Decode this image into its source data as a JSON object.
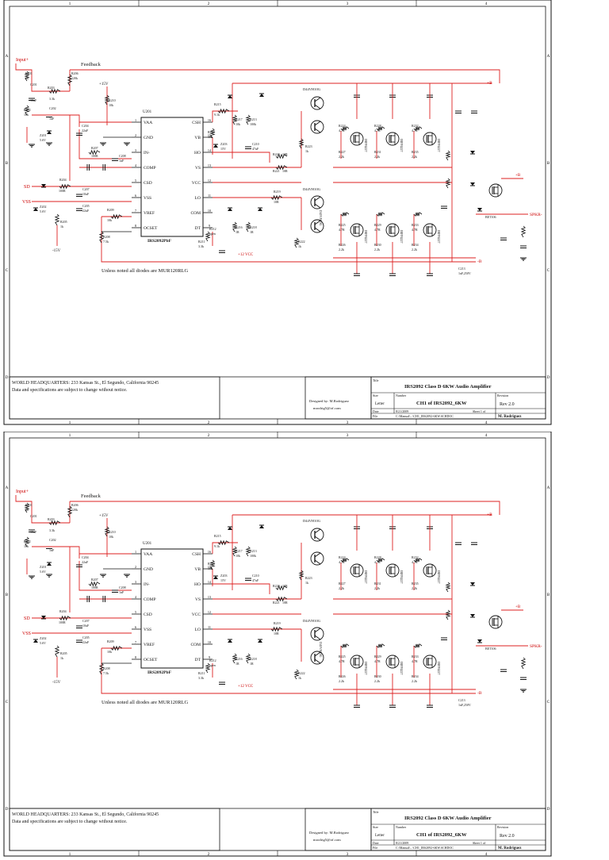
{
  "border": {
    "columns": [
      "1",
      "2",
      "3",
      "4"
    ],
    "rows": [
      "A",
      "B",
      "C",
      "D"
    ]
  },
  "sheets": [
    {
      "labels": {
        "input": "Input+",
        "feedback": "Feedback",
        "plus15": "+15V",
        "minus15": "-15V",
        "sd": "SD",
        "vss": "VSS",
        "plusB": "+B",
        "minusB": "-B",
        "spkr": "SPKR-",
        "plus12": "+12 VCC",
        "note": "Unless noted all diodes are MUR120RLG",
        "ic_ref": "U201",
        "ic_name": "IRS2092PbF",
        "ic_pins_left": [
          "VAA",
          "GND",
          "IN-",
          "COMP",
          "CSD",
          "VSS",
          "VREF",
          "OCSET"
        ],
        "ic_pins_right": [
          "CSH",
          "VB",
          "HO",
          "VS",
          "VCC",
          "LO",
          "COM",
          "DT"
        ],
        "ic_num_left": [
          "1",
          "2",
          "3",
          "4",
          "5",
          "6",
          "7",
          "8"
        ],
        "ic_num_right": [
          "16",
          "15",
          "14",
          "13",
          "12",
          "11",
          "10",
          "9"
        ]
      },
      "components": [
        {
          "ref": "R201",
          "val": "2k"
        },
        {
          "ref": "C201",
          "val": "10uF"
        },
        {
          "ref": "R203",
          "val": "3.3k"
        },
        {
          "ref": "R202",
          "val": "10k"
        },
        {
          "ref": "C202",
          "val": "1nF"
        },
        {
          "ref": "R206",
          "val": "120k"
        },
        {
          "ref": "Z201",
          "val": "5.6V"
        },
        {
          "ref": "R210",
          "val": "10k"
        },
        {
          "ref": "C204",
          "val": "22uF"
        },
        {
          "ref": "R207",
          "val": "100R"
        },
        {
          "ref": "C208",
          "val": "1nF"
        },
        {
          "ref": "R204",
          "val": "100R"
        },
        {
          "ref": "C207",
          "val": "10uF"
        },
        {
          "ref": "Z202",
          "val": "5.6V"
        },
        {
          "ref": "C205",
          "val": "22uF"
        },
        {
          "ref": "R205",
          "val": "1k"
        },
        {
          "ref": "R209",
          "val": "10k"
        },
        {
          "ref": "R208",
          "val": "7.5k"
        },
        {
          "ref": "R215",
          "val": "9.1k"
        },
        {
          "ref": "R214",
          "val": "10k"
        },
        {
          "ref": "R217",
          "val": "10k"
        },
        {
          "ref": "R213",
          "val": "100k"
        },
        {
          "ref": "Z203",
          "val": "15V"
        },
        {
          "ref": "C210",
          "val": "47uF"
        },
        {
          "ref": "R216",
          "val": "1R"
        },
        {
          "ref": "R218",
          "val": "1R"
        },
        {
          "ref": "R212",
          "val": "open"
        },
        {
          "ref": "R211",
          "val": "3.3k"
        },
        {
          "ref": "R219",
          "val": "10R"
        },
        {
          "ref": "R220",
          "val": "10R"
        },
        {
          "ref": "R221",
          "val": "10R"
        },
        {
          "ref": "R223",
          "val": "1k"
        },
        {
          "ref": "R222",
          "val": "1k"
        },
        {
          "ref": "R224",
          "val": "4.7R"
        },
        {
          "ref": "R227",
          "val": "2.2k"
        },
        {
          "ref": "R228",
          "val": "4.7R"
        },
        {
          "ref": "R231",
          "val": "2.2k"
        },
        {
          "ref": "R232",
          "val": "4.7R"
        },
        {
          "ref": "R235",
          "val": "2.2k"
        },
        {
          "ref": "R225",
          "val": "4.7R"
        },
        {
          "ref": "R226",
          "val": "2.2k"
        },
        {
          "ref": "R229",
          "val": "4.7R"
        },
        {
          "ref": "R230",
          "val": "2.2k"
        },
        {
          "ref": "R233",
          "val": "4.7R"
        },
        {
          "ref": "R234",
          "val": "2.2k"
        },
        {
          "ref": "C213",
          "val": "1uF,250V"
        }
      ],
      "transistors": [
        "D44VH10G",
        "D45VH10G",
        "IRFP4227",
        "BET106"
      ],
      "diodes": [
        "D201",
        "D203",
        "D205",
        "D202",
        "D204",
        "D206",
        "D208"
      ],
      "title_block": {
        "hq": "WORLD HEADQUARTERS: 233 Kansas St., El Segundo, California 90245",
        "notice": "Data and specifications are subject to change without notice.",
        "designed": "Designed by: M.Rodriguez",
        "email": "mrodrig5@irf.com",
        "title_label": "Title",
        "title": "IRS2092 Class D 6KW Audio Amplifier",
        "size_label": "Size",
        "size": "Letter",
        "number_label": "Number",
        "number": "CH1 of IRS2092_6KW",
        "rev_label": "Revision",
        "rev": "Rev 2.0",
        "date_label": "Date",
        "date": "8/21/2009",
        "file_label": "File",
        "file": "C:\\Manual\\...\\CH1_IRS2092-6KW.SCHDOC",
        "sheet": "Sheet 1 of",
        "drawn": "M. Rodriguez"
      }
    }
  ]
}
